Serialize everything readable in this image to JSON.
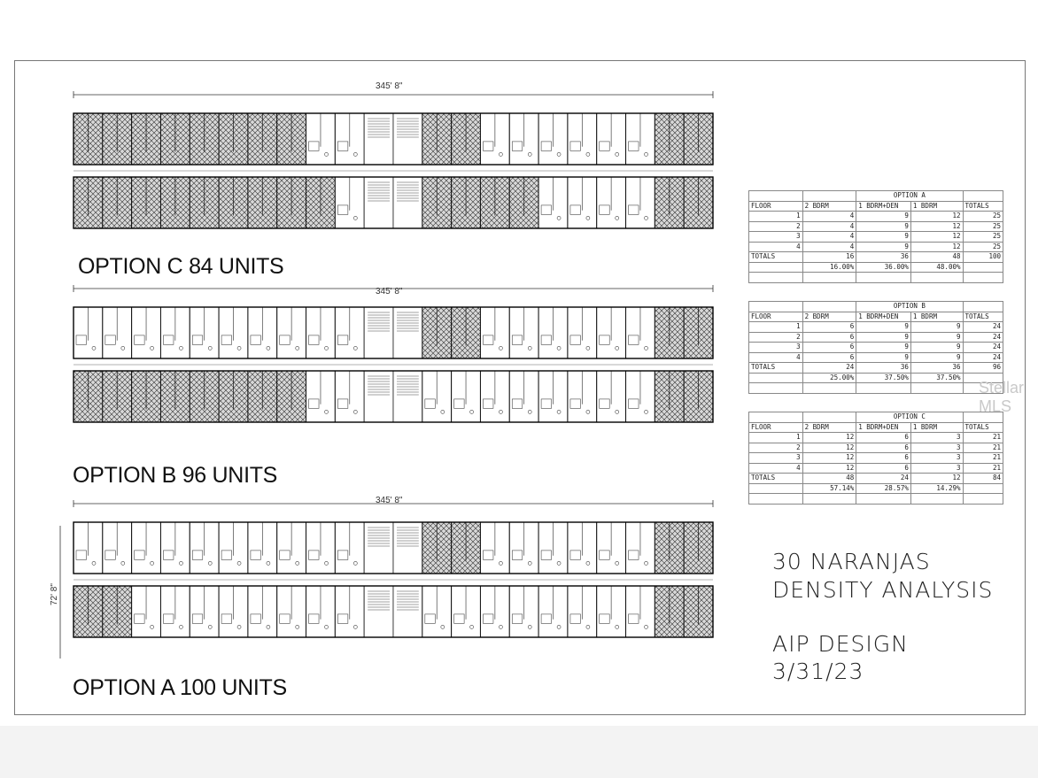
{
  "title_block": {
    "project": "30 NARANJAS",
    "subtitle": "DENSITY ANALYSIS",
    "designer": "AIP DESIGN",
    "date": "3/31/23"
  },
  "dimensions": {
    "length": "345' 8\"",
    "depth": "72' 8\""
  },
  "watermark": "Stellar MLS",
  "options": [
    {
      "label": "OPTION C  84 UNITS"
    },
    {
      "label": "OPTION B  96 UNITS"
    },
    {
      "label": "OPTION A 100 UNITS"
    }
  ],
  "tables": [
    {
      "caption": "OPTION A",
      "headers": [
        "FLOOR",
        "2 BDRM",
        "1 BDRM+DEN",
        "1 BDRM",
        "TOTALS"
      ],
      "rows": [
        [
          "1",
          "4",
          "9",
          "12",
          "25"
        ],
        [
          "2",
          "4",
          "9",
          "12",
          "25"
        ],
        [
          "3",
          "4",
          "9",
          "12",
          "25"
        ],
        [
          "4",
          "4",
          "9",
          "12",
          "25"
        ]
      ],
      "totals": [
        "TOTALS",
        "16",
        "36",
        "48",
        "100"
      ],
      "percents": [
        "",
        "16.00%",
        "36.00%",
        "48.00%",
        ""
      ]
    },
    {
      "caption": "OPTION B",
      "headers": [
        "FLOOR",
        "2 BDRM",
        "1 BDRM+DEN",
        "1 BDRM",
        "TOTALS"
      ],
      "rows": [
        [
          "1",
          "6",
          "9",
          "9",
          "24"
        ],
        [
          "2",
          "6",
          "9",
          "9",
          "24"
        ],
        [
          "3",
          "6",
          "9",
          "9",
          "24"
        ],
        [
          "4",
          "6",
          "9",
          "9",
          "24"
        ]
      ],
      "totals": [
        "TOTALS",
        "24",
        "36",
        "36",
        "96"
      ],
      "percents": [
        "",
        "25.00%",
        "37.50%",
        "37.50%",
        ""
      ]
    },
    {
      "caption": "OPTION C",
      "headers": [
        "FLOOR",
        "2 BDRM",
        "1 BDRM+DEN",
        "1 BDRM",
        "TOTALS"
      ],
      "rows": [
        [
          "1",
          "12",
          "6",
          "3",
          "21"
        ],
        [
          "2",
          "12",
          "6",
          "3",
          "21"
        ],
        [
          "3",
          "12",
          "6",
          "3",
          "21"
        ],
        [
          "4",
          "12",
          "6",
          "3",
          "21"
        ]
      ],
      "totals": [
        "TOTALS",
        "48",
        "24",
        "12",
        "84"
      ],
      "percents": [
        "",
        "57.14%",
        "28.57%",
        "14.29%",
        ""
      ]
    }
  ]
}
